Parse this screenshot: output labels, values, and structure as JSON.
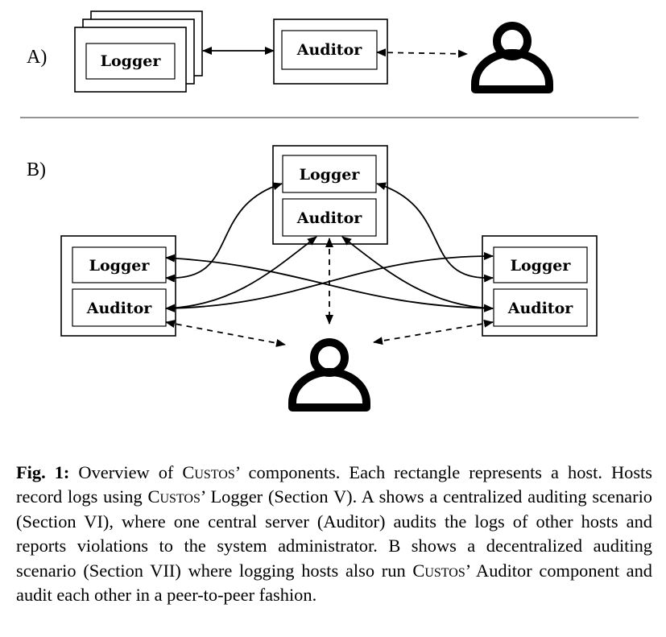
{
  "diagram": {
    "section_a_label": "A)",
    "section_b_label": "B)",
    "a_logger": "Logger",
    "a_auditor": "Auditor",
    "b_top_logger": "Logger",
    "b_top_auditor": "Auditor",
    "b_left_logger": "Logger",
    "b_left_auditor": "Auditor",
    "b_right_logger": "Logger",
    "b_right_auditor": "Auditor"
  },
  "caption": {
    "fig_label": "Fig. 1:",
    "p1": " Overview of ",
    "custos_1": "Custos",
    "p2": "’ components. Each rectangle represents a host. Hosts record logs using ",
    "custos_2": "Custos",
    "p3": "’ Logger (Section V). A shows a centralized auditing scenario (Section VI), where one central server (Auditor) audits the logs of other hosts and reports violations to the system administrator. B shows a decentralized auditing scenario (Section VII) where logging hosts also run ",
    "custos_3": "Custos",
    "p4": "’ Auditor component and audit each other in a peer-to-peer fashion."
  }
}
